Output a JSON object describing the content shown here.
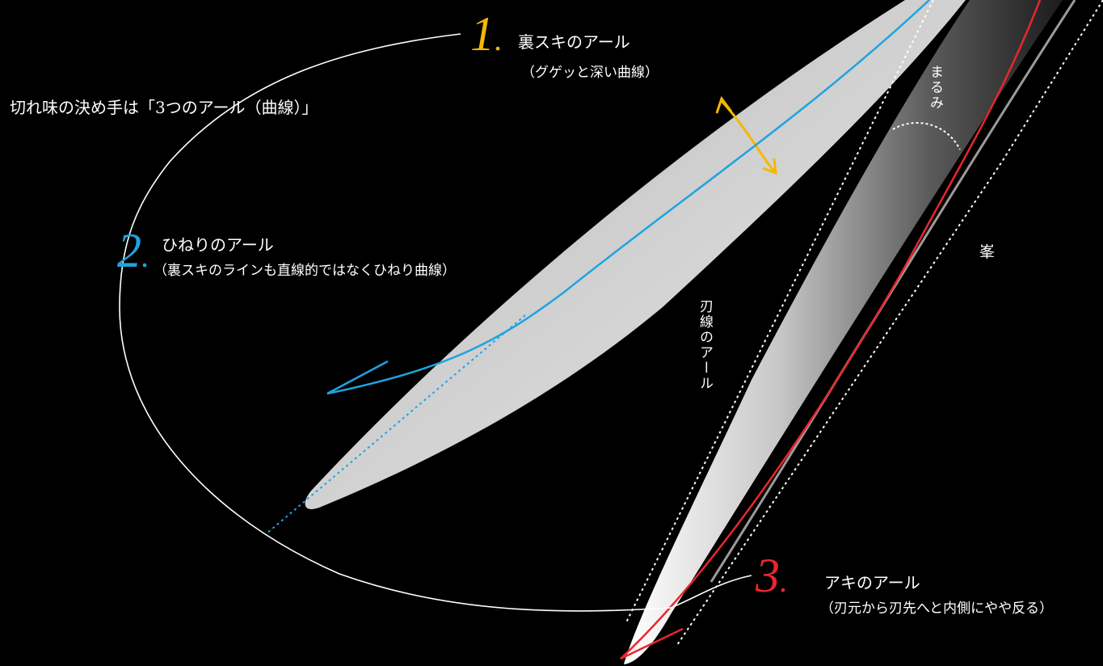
{
  "title": "切れ味の決め手は「3つのアール（曲線）」",
  "points": [
    {
      "number": "1",
      "heading": "裏スキのアール",
      "note": "（グゲッと深い曲線）",
      "color": "#f5b800"
    },
    {
      "number": "2",
      "heading": "ひねりのアール",
      "note": "（裏スキのラインも直線的ではなくひねり曲線）",
      "color": "#1fa3e0"
    },
    {
      "number": "3",
      "heading": "アキのアール",
      "note": "（刃元から刃先へと内側にやや反る）",
      "color": "#e8262e"
    }
  ],
  "labels": {
    "edge_arc": "刃線のアール",
    "roundness": "まるみ",
    "ridge": "峯"
  },
  "colors": {
    "background": "#000000",
    "annotation_line": "#ffffff"
  }
}
